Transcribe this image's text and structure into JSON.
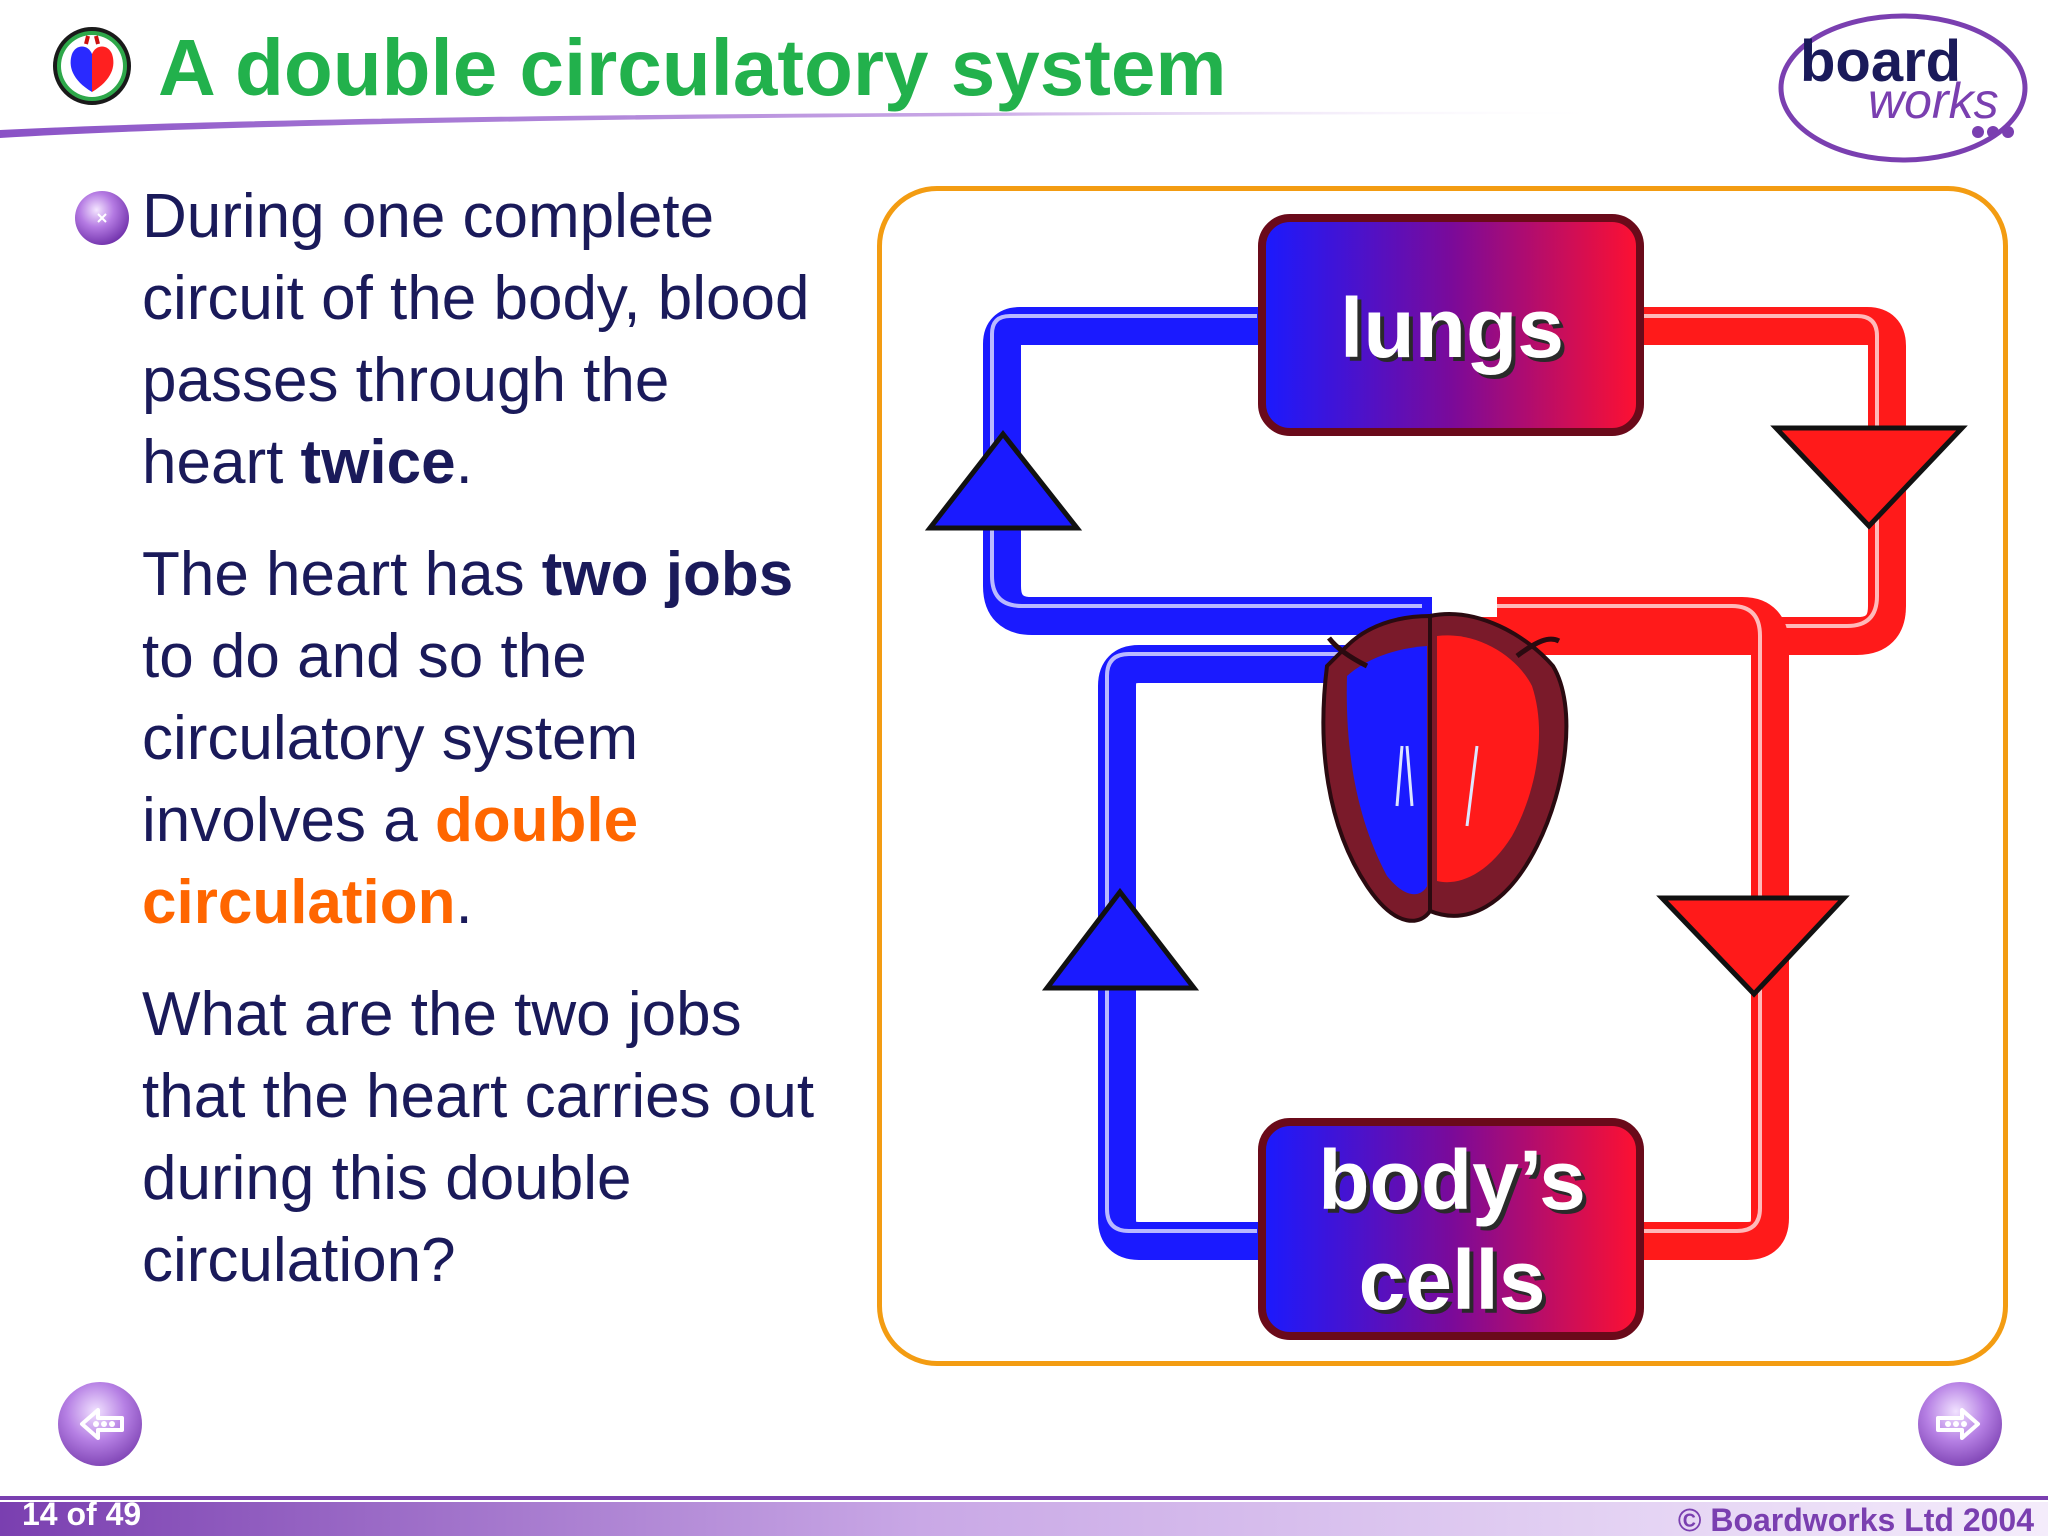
{
  "header": {
    "title": "A double circulatory system",
    "logo_line1": "board",
    "logo_line2": "works"
  },
  "body": {
    "p1_a": "During one complete circuit of the body, blood passes through the heart ",
    "p1_b": "twice",
    "p1_c": ".",
    "p2_a": "The heart has ",
    "p2_b": "two jobs",
    "p2_c": " to do and so the circulatory system involves a ",
    "p2_d": "double circulation",
    "p2_e": ".",
    "p3": "What are the two jobs that the heart carries out during this double circulation?"
  },
  "diagram": {
    "top_box": "lungs",
    "bottom_box_line1": "body’s",
    "bottom_box_line2": "cells",
    "colors": {
      "deoxygenated": "#1a1aff",
      "oxygenated": "#ff1a1a",
      "frame": "#f39c12"
    }
  },
  "footer": {
    "page": "14 of 49",
    "copyright": "© Boardworks Ltd 2004"
  },
  "icons": [
    "heart-icon",
    "bullet-icon",
    "previous-slide-icon",
    "next-slide-icon"
  ]
}
